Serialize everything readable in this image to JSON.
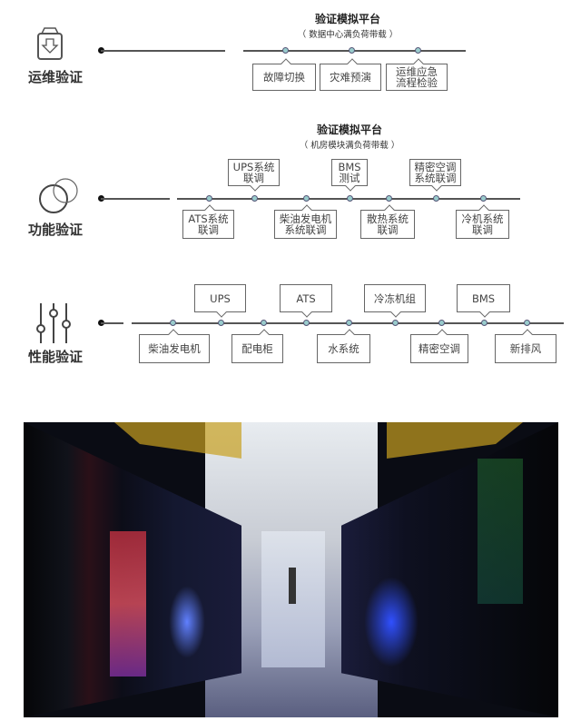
{
  "sections": [
    {
      "label": "运维验证",
      "icon": "download-box-icon",
      "title": "验证模拟平台",
      "subtitle": "（ 数据中心满负荷带载 ）",
      "items": [
        [
          "故障切换"
        ],
        [
          "灾难预演"
        ],
        [
          "运维应急",
          "流程检验"
        ]
      ]
    },
    {
      "label": "功能验证",
      "icon": "overlapping-circles-icon",
      "title": "验证模拟平台",
      "subtitle": "（ 机房模块满负荷带载 ）",
      "top": [
        [
          "UPS系统",
          "联调"
        ],
        [
          "BMS",
          "测试"
        ],
        [
          "精密空调",
          "系统联调"
        ]
      ],
      "bottom": [
        [
          "ATS系统",
          "联调"
        ],
        [
          "柴油发电机",
          "系统联调"
        ],
        [
          "散热系统",
          "联调"
        ],
        [
          "冷机系统",
          "联调"
        ]
      ]
    },
    {
      "label": "性能验证",
      "icon": "sliders-icon",
      "top": [
        "UPS",
        "ATS",
        "冷冻机组",
        "BMS"
      ],
      "bottom": [
        "柴油发电机",
        "配电柜",
        "水系统",
        "精密空调",
        "新排风"
      ]
    }
  ],
  "colors": {
    "node": "#99cccc",
    "line": "#555555"
  }
}
